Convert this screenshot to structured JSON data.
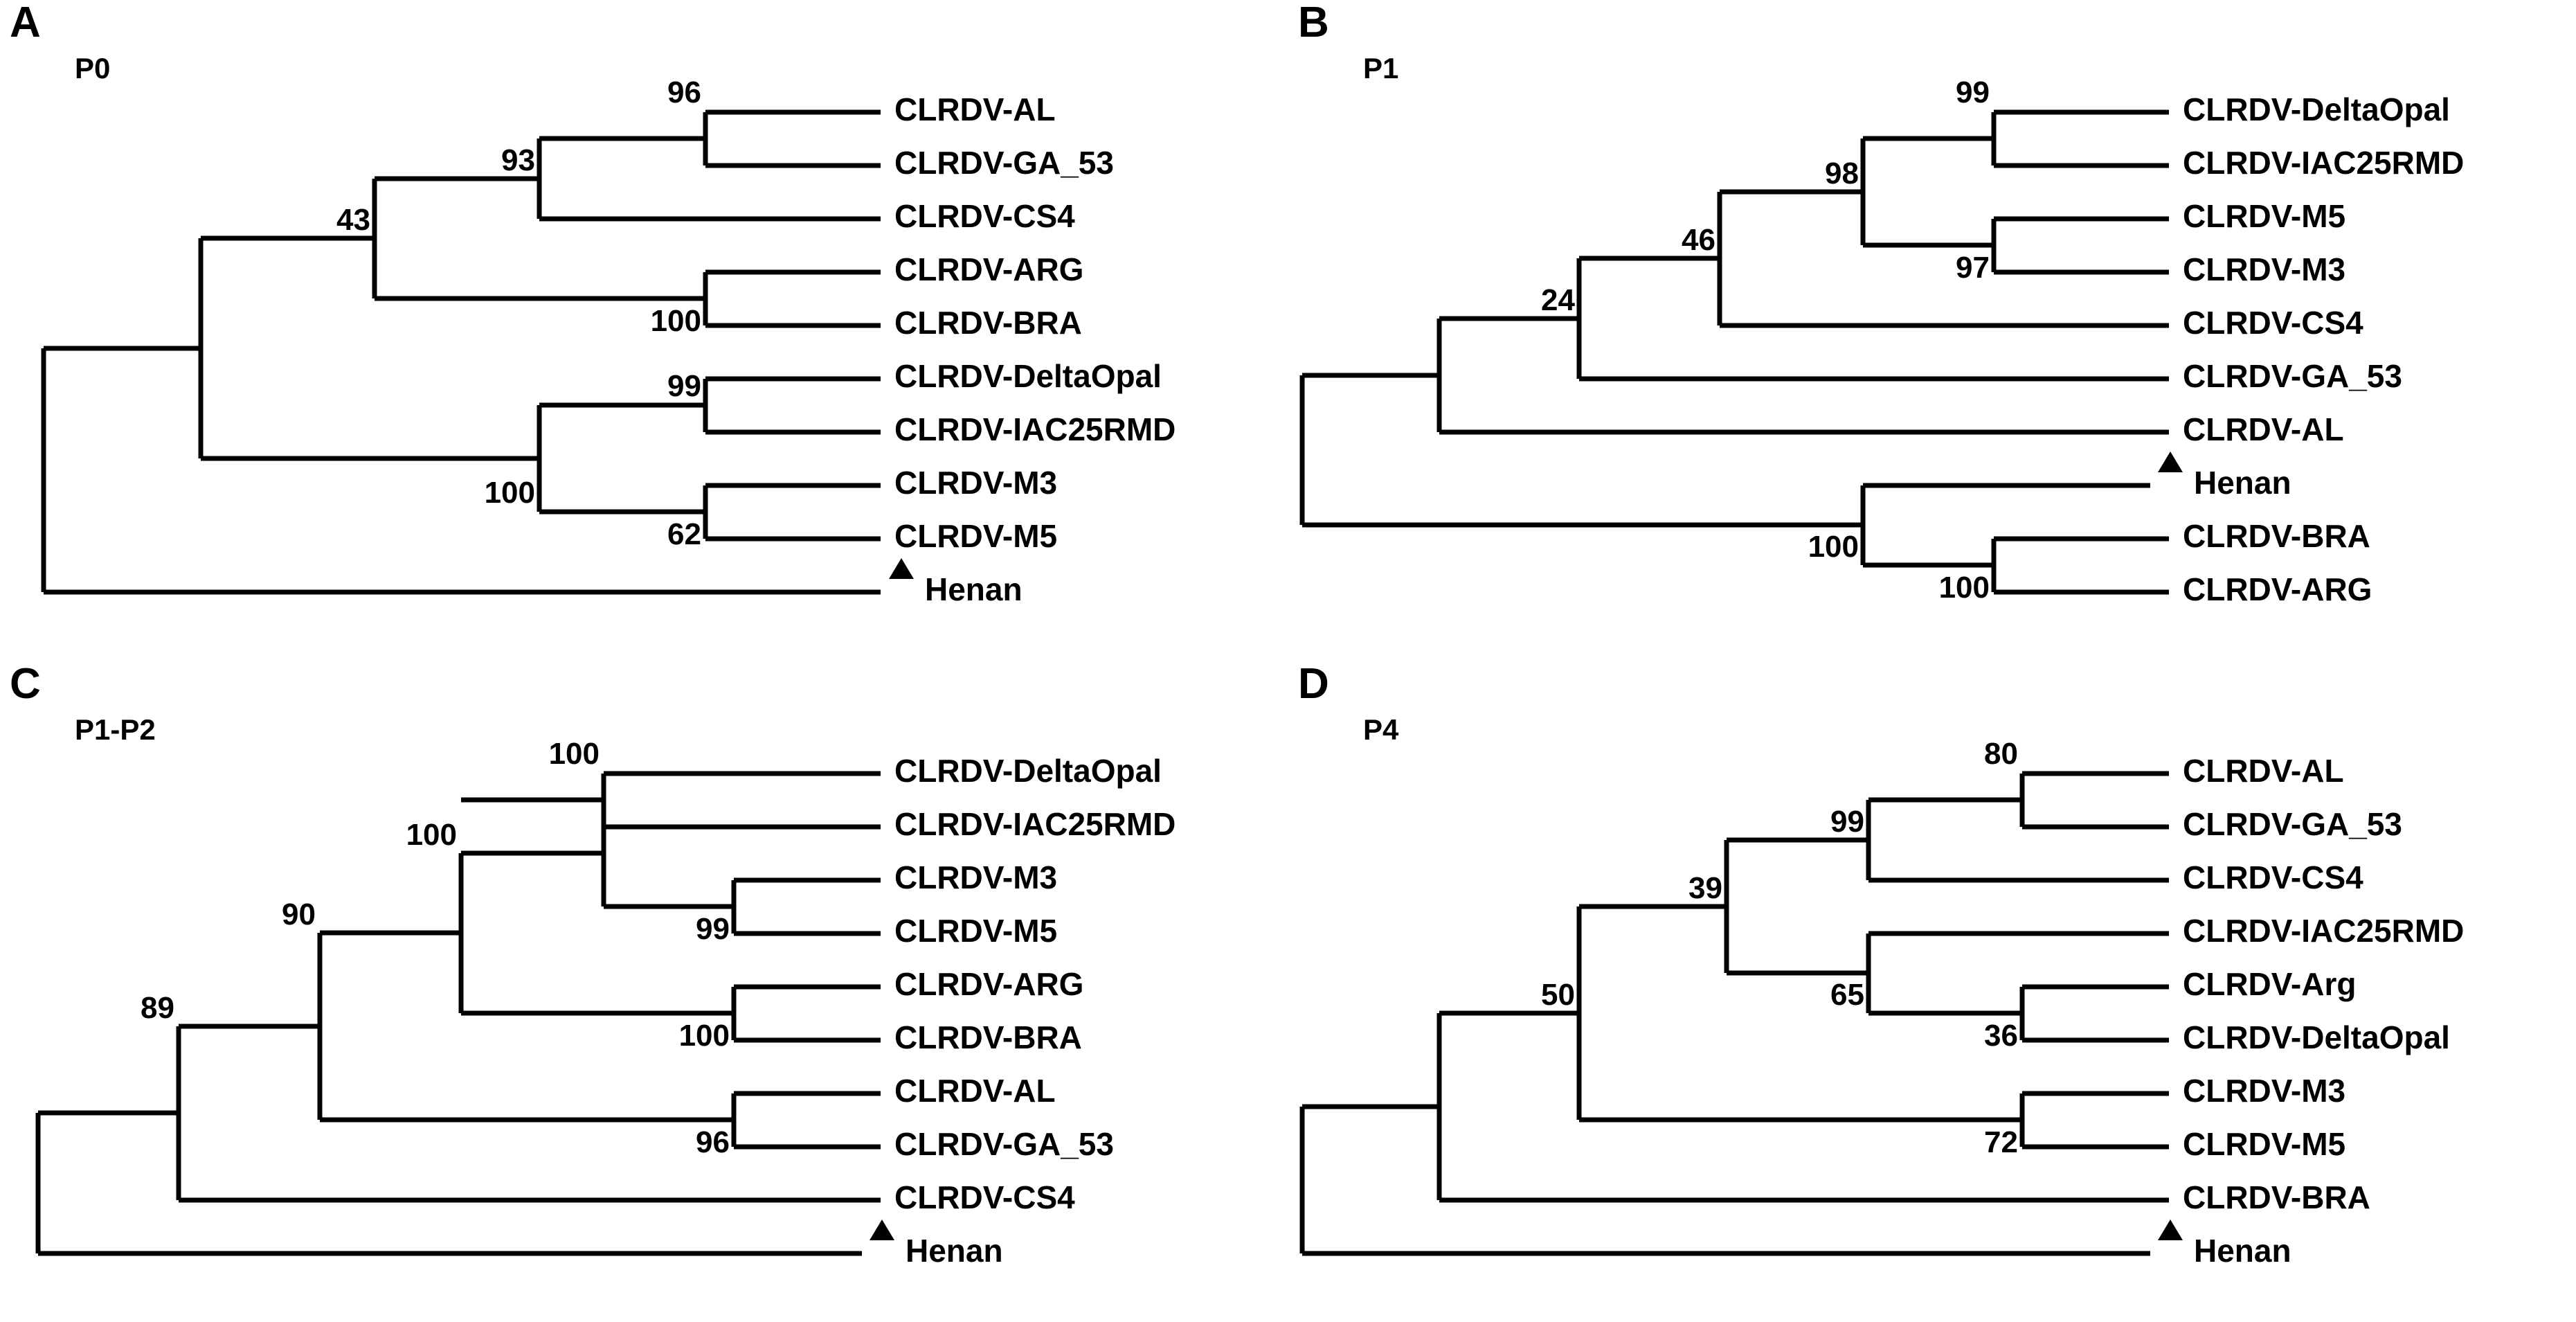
{
  "figure": {
    "background_color": "#ffffff",
    "line_color": "#000000",
    "text_color": "#000000",
    "marker_glyph": "▲",
    "marker_label": "Henan"
  },
  "panels": [
    {
      "letter": "A",
      "gene": "P0",
      "tips": [
        {
          "label": "CLRDV-AL",
          "marker": false
        },
        {
          "label": "CLRDV-GA_53",
          "marker": false
        },
        {
          "label": "CLRDV-CS4",
          "marker": false
        },
        {
          "label": "CLRDV-ARG",
          "marker": false
        },
        {
          "label": "CLRDV-BRA",
          "marker": false
        },
        {
          "label": "CLRDV-DeltaOpal",
          "marker": false
        },
        {
          "label": "CLRDV-IAC25RMD",
          "marker": false
        },
        {
          "label": "CLRDV-M3",
          "marker": false
        },
        {
          "label": "CLRDV-M5",
          "marker": false
        },
        {
          "label": "Henan",
          "marker": true
        }
      ],
      "bootstrap": [
        "96",
        "93",
        "43",
        "100",
        "99",
        "100",
        "62"
      ]
    },
    {
      "letter": "B",
      "gene": "P1",
      "tips": [
        {
          "label": "CLRDV-DeltaOpal",
          "marker": false
        },
        {
          "label": "CLRDV-IAC25RMD",
          "marker": false
        },
        {
          "label": "CLRDV-M5",
          "marker": false
        },
        {
          "label": "CLRDV-M3",
          "marker": false
        },
        {
          "label": "CLRDV-CS4",
          "marker": false
        },
        {
          "label": "CLRDV-GA_53",
          "marker": false
        },
        {
          "label": "CLRDV-AL",
          "marker": false
        },
        {
          "label": "Henan",
          "marker": true
        },
        {
          "label": "CLRDV-BRA",
          "marker": false
        },
        {
          "label": "CLRDV-ARG",
          "marker": false
        }
      ],
      "bootstrap": [
        "99",
        "98",
        "97",
        "46",
        "24",
        "100",
        "100"
      ]
    },
    {
      "letter": "C",
      "gene": "P1-P2",
      "tips": [
        {
          "label": "CLRDV-DeltaOpal",
          "marker": false
        },
        {
          "label": "CLRDV-IAC25RMD",
          "marker": false
        },
        {
          "label": "CLRDV-M3",
          "marker": false
        },
        {
          "label": "CLRDV-M5",
          "marker": false
        },
        {
          "label": "CLRDV-ARG",
          "marker": false
        },
        {
          "label": "CLRDV-BRA",
          "marker": false
        },
        {
          "label": "CLRDV-AL",
          "marker": false
        },
        {
          "label": "CLRDV-GA_53",
          "marker": false
        },
        {
          "label": "CLRDV-CS4",
          "marker": false
        },
        {
          "label": "Henan",
          "marker": true
        }
      ],
      "bootstrap": [
        "100",
        "100",
        "99",
        "90",
        "100",
        "89",
        "96"
      ]
    },
    {
      "letter": "D",
      "gene": "P4",
      "tips": [
        {
          "label": "CLRDV-AL",
          "marker": false
        },
        {
          "label": "CLRDV-GA_53",
          "marker": false
        },
        {
          "label": "CLRDV-CS4",
          "marker": false
        },
        {
          "label": "CLRDV-IAC25RMD",
          "marker": false
        },
        {
          "label": "CLRDV-Arg",
          "marker": false
        },
        {
          "label": "CLRDV-DeltaOpal",
          "marker": false
        },
        {
          "label": "CLRDV-M3",
          "marker": false
        },
        {
          "label": "CLRDV-M5",
          "marker": false
        },
        {
          "label": "CLRDV-BRA",
          "marker": false
        },
        {
          "label": "Henan",
          "marker": true
        }
      ],
      "bootstrap": [
        "80",
        "99",
        "39",
        "65",
        "36",
        "50",
        "72"
      ]
    }
  ],
  "chart_data": {
    "type": "diagram",
    "subtype": "cladogram-quartet",
    "title": "",
    "panels": [
      {
        "id": "A",
        "gene": "P0",
        "newick": "((((CLRDV-AL,CLRDV-GA_53)96,CLRDV-CS4)93,(CLRDV-ARG,CLRDV-BRA)100)43,((CLRDV-DeltaOpal,CLRDV-IAC25RMD)99,(CLRDV-M3,CLRDV-M5)62)100,Henan);",
        "outgroup": "Henan",
        "bootstrap_values": {
          "AL_GA53": 96,
          "ALGA53_CS4": 93,
          "upper_clade": 43,
          "ARG_BRA": 100,
          "DeltaOpal_IAC25RMD": 99,
          "lower_clade": 100,
          "M3_M5": 62
        }
      },
      {
        "id": "B",
        "gene": "P1",
        "newick": "((((CLRDV-DeltaOpal,CLRDV-IAC25RMD)99,(CLRDV-M5,CLRDV-M3)97)98,CLRDV-CS4)46,CLRDV-GA_53)24,CLRDV-AL,(Henan,(CLRDV-BRA,CLRDV-ARG)100)100;",
        "outgroup": "Henan",
        "bootstrap_values": {
          "DeltaOpal_IAC25RMD": 99,
          "top_clade": 98,
          "M5_M3": 97,
          "plus_CS4": 46,
          "plus_GA53": 24,
          "henan_clade": 100,
          "BRA_ARG": 100
        }
      },
      {
        "id": "C",
        "gene": "P1-P2",
        "newick": "((((CLRDV-DeltaOpal,CLRDV-IAC25RMD)100,(CLRDV-M3,CLRDV-M5)99)100,(CLRDV-ARG,CLRDV-BRA)100)90,(CLRDV-AL,CLRDV-GA_53)96)89,CLRDV-CS4,Henan;",
        "outgroup": "Henan",
        "bootstrap_values": {
          "DeltaOpal_IAC25RMD": 100,
          "top_group": 100,
          "M3_M5": 99,
          "with_ARG_BRA": 90,
          "ARG_BRA": 100,
          "big_clade": 89,
          "AL_GA53": 96
        }
      },
      {
        "id": "D",
        "gene": "P4",
        "newick": "(((CLRDV-AL,CLRDV-GA_53)80,CLRDV-CS4)99,(CLRDV-IAC25RMD,(CLRDV-Arg,CLRDV-DeltaOpal)36)65)39,(CLRDV-M3,CLRDV-M5)72)50,CLRDV-BRA,Henan;",
        "outgroup": "Henan",
        "bootstrap_values": {
          "AL_GA53": 80,
          "plus_CS4": 99,
          "clade_39": 39,
          "IAC_ArgDelta": 65,
          "Arg_DeltaOpal": 36,
          "clade_50": 50,
          "M3_M5": 72
        }
      }
    ]
  }
}
